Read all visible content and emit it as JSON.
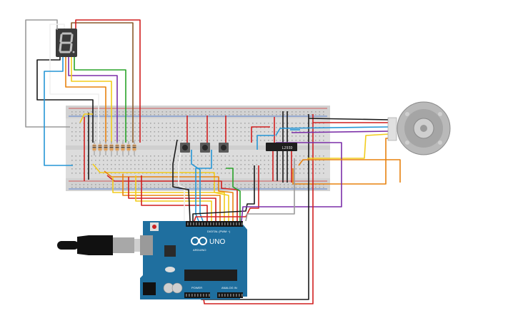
{
  "colors": {
    "background": "#ffffff",
    "breadboard": "#dcdcdc",
    "arduino_board": "#1f6f9f",
    "arduino_dark": "#185a82",
    "chip": "#1e1e1e",
    "seven_segment_body": "#3a3a3a",
    "seven_segment_digit": "#bfbfbf",
    "motor_body": "#b9b9b9",
    "usb_cable": "#111111",
    "usb_plug": "#a8a8a8",
    "wire_red": "#d11f1f",
    "wire_black": "#1a1a1a",
    "wire_orange": "#e8820f",
    "wire_yellow": "#f2cc1c",
    "wire_green": "#29a329",
    "wire_blue": "#2596d6",
    "wire_purple": "#7b2fa8",
    "wire_gray": "#9a9a9a",
    "wire_white": "#f0f0f0",
    "wire_brown": "#8a5a2b"
  },
  "components": {
    "motor_driver_chip": {
      "label": "L293D"
    },
    "arduino": {
      "logo_text": "UNO",
      "brand_text": "ARDUINO",
      "header_digital": "DIGITAL (PWM ~)",
      "header_power": "POWER",
      "header_analog": "ANALOG IN"
    }
  },
  "icons": {
    "seven_segment": "seven-segment-display-icon",
    "motor": "dc-motor-icon",
    "usb": "usb-cable-icon",
    "infinity_logo": "arduino-infinity-icon"
  }
}
